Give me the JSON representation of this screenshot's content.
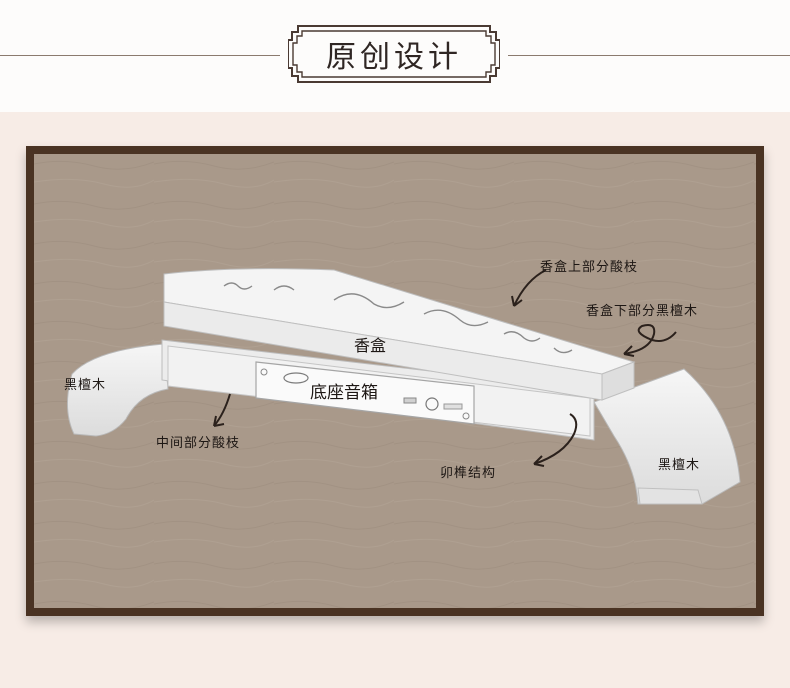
{
  "header": {
    "title": "原创设计"
  },
  "annotations": {
    "box_top": "香盒上部分酸枝",
    "box_bottom": "香盒下部分黑檀木",
    "left_wood": "黑檀木",
    "right_wood": "黑檀木",
    "middle": "中间部分酸枝",
    "joint": "卯榫结构"
  },
  "product": {
    "box_label": "香盒",
    "speaker_label": "底座音箱"
  },
  "colors": {
    "frame": "#4a3323",
    "canvas": "#a9998a",
    "panel": "#f7ece6",
    "ink": "#1d1714"
  }
}
